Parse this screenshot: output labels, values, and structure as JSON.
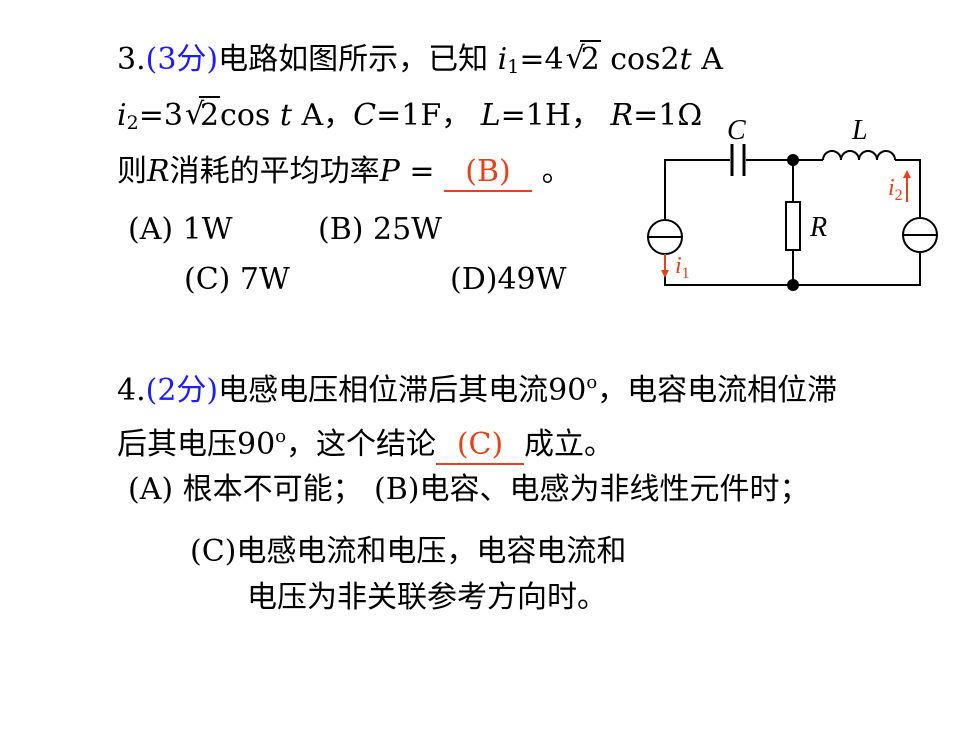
{
  "q3": {
    "num": "3.",
    "score": "(3分)",
    "stem1": "电路如图所示，已知",
    "i1_sym": "i",
    "i1_sub": "1",
    "i1_eq": "=4",
    "sqrt2": "2",
    "i1_tail": "cos2",
    "i1_t": "t",
    "i1_unit": "A",
    "i2_sym": "i",
    "i2_sub": "2",
    "i2_eq": "=3",
    "i2_cos": "cos",
    "i2_t": "t",
    "i2_unit": "A，",
    "c_sym": "C",
    "c_val": "=1F，",
    "l_sym": "L",
    "l_val": "=1H，",
    "r_sym": "R",
    "r_val": "=1Ω",
    "ask_pre": "则",
    "ask_r": "R",
    "ask_mid": "消耗的平均功率",
    "ask_p": "P",
    "ask_eq": "=",
    "answer": "(B)",
    "ask_end": "。",
    "opt_a": "(A) 1W",
    "opt_b": "(B) 25W",
    "opt_c": "(C) 7W",
    "opt_d": "(D)49W"
  },
  "circuit": {
    "label_c": "C",
    "label_l": "L",
    "label_r": "R",
    "label_i1": "i",
    "label_i1_sub": "1",
    "label_i2": "i",
    "label_i2_sub": "2",
    "colors": {
      "wire": "#000000",
      "current_arrow": "#e8401c"
    }
  },
  "q4": {
    "num": "4.",
    "score": "(2分)",
    "line1": "电感电压相位滞后其电流90",
    "deg1": "o",
    "line1_tail": "，电容电流相位滞",
    "line2_pre": "后其电压90",
    "deg2": "o",
    "line2_mid": "，这个结论",
    "answer": "(C)",
    "line2_end": "成立。",
    "opt_a": "(A) 根本不可能；",
    "opt_b": "(B)电容、电感为非线性元件时；",
    "opt_c1": "(C)电感电流和电压，电容电流和",
    "opt_c2": "电压为非关联参考方向时。"
  },
  "colors": {
    "score": "#1c1cff",
    "answer": "#e8401c",
    "text": "#000000"
  }
}
